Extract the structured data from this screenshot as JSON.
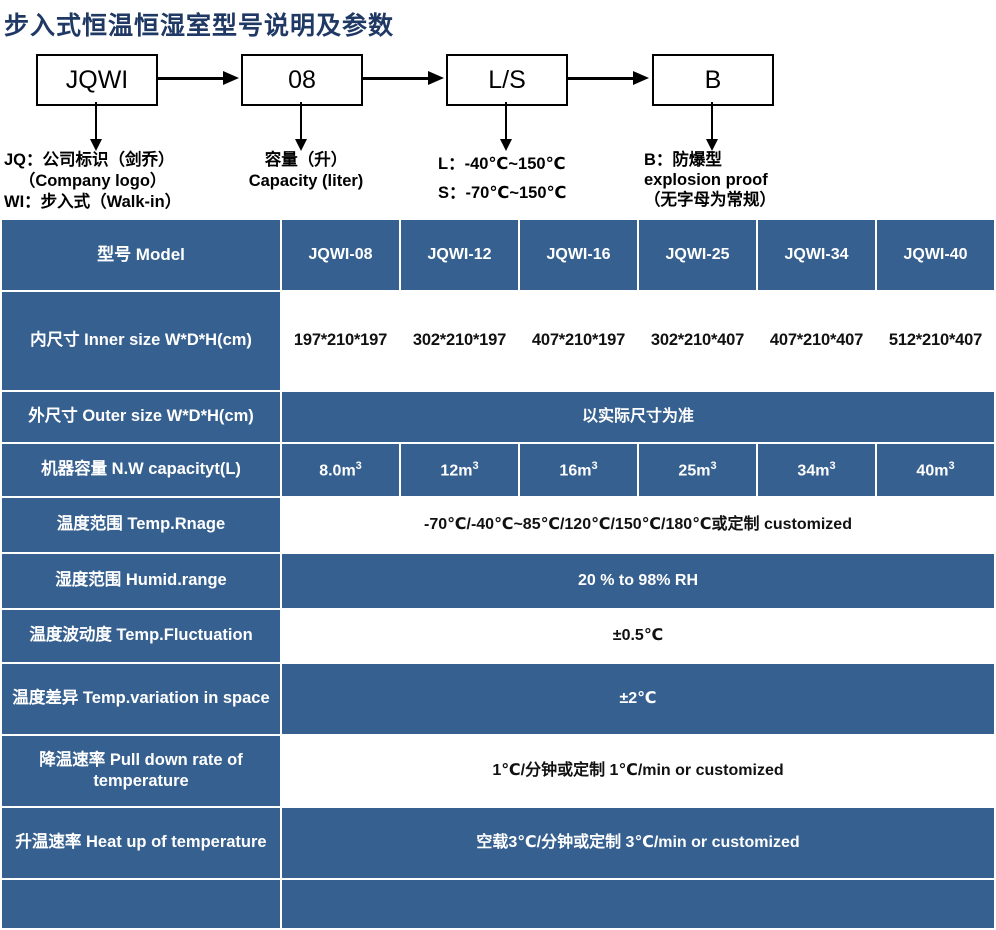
{
  "title": "步入式恒温恒湿室型号说明及参数",
  "diagram": {
    "nodes": [
      {
        "label": "JQWI"
      },
      {
        "label": "08"
      },
      {
        "label": "L/S"
      },
      {
        "label": "B"
      }
    ],
    "legends": {
      "jqwi": {
        "line1": "JQ：公司标识（剑乔）",
        "line2": "（Company logo）",
        "line3": "WI：步入式（Walk-in）"
      },
      "capacity": {
        "line1": "容量（升）",
        "line2": "Capacity (liter)"
      },
      "ls": {
        "line1": "L：-40℃~150℃",
        "line2": "S：-70℃~150℃"
      },
      "b": {
        "line1": "B：防爆型",
        "line2": "explosion proof",
        "line3": "（无字母为常规）"
      }
    }
  },
  "table": {
    "header": {
      "row_label": "型号 Model",
      "models": [
        "JQWI-08",
        "JQWI-12",
        "JQWI-16",
        "JQWI-25",
        "JQWI-34",
        "JQWI-40"
      ]
    },
    "rows": [
      {
        "label": "内尺寸 Inner size W*D*H(cm)",
        "type": "cells",
        "style": "white",
        "values": [
          "197*210*197",
          "302*210*197",
          "407*210*197",
          "302*210*407",
          "407*210*407",
          "512*210*407"
        ]
      },
      {
        "label": "外尺寸 Outer size W*D*H(cm)",
        "type": "merged",
        "style": "blue",
        "value": "以实际尺寸为准"
      },
      {
        "label": "机器容量 N.W capacityt(L)",
        "type": "cells",
        "style": "blue",
        "values_main": [
          "8.0m",
          "12m",
          "16m",
          "25m",
          "34m",
          "40m"
        ],
        "values_sup": [
          "3",
          "3",
          "3",
          "3",
          "3",
          "3"
        ]
      },
      {
        "label": "温度范围 Temp.Rnage",
        "type": "merged",
        "style": "white",
        "value": "-70℃/-40℃~85℃/120℃/150℃/180℃或定制 customized"
      },
      {
        "label": "湿度范围 Humid.range",
        "type": "merged",
        "style": "blue",
        "value": "20 % to 98% RH"
      },
      {
        "label": "温度波动度 Temp.Fluctuation",
        "type": "merged",
        "style": "white",
        "value": "±0.5℃"
      },
      {
        "label": "温度差异 Temp.variation in space",
        "type": "merged",
        "style": "blue",
        "value": "±2℃"
      },
      {
        "label": "降温速率 Pull down rate of temperature",
        "type": "merged",
        "style": "white",
        "value": "1℃/分钟或定制   1℃/min or customized"
      },
      {
        "label": "升温速率 Heat up of temperature",
        "type": "merged",
        "style": "blue",
        "value": "空载3℃/分钟或定制 3℃/min or customized"
      },
      {
        "label": "",
        "type": "merged",
        "style": "blue",
        "value": ""
      }
    ]
  },
  "colors": {
    "header_blue": "#36608f",
    "title_navy": "#1f3864",
    "cell_white": "#ffffff"
  }
}
